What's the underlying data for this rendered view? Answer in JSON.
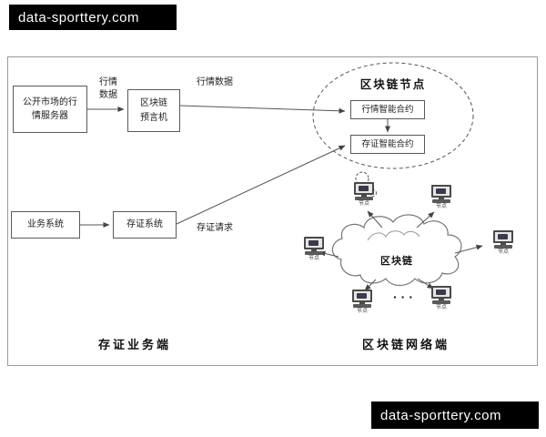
{
  "banners": {
    "top": "data-sporttery.com",
    "bottom": "data-sporttery.com"
  },
  "diagram": {
    "market_server": "公开市场的行\n情服务器",
    "oracle": "区块链\n预言机",
    "business_system": "业务系统",
    "evidence_system": "存证系统",
    "market_data_label_1": "行情\n数据",
    "market_data_label_2": "行情数据",
    "evidence_request_label": "存证请求",
    "node_group_title": "区块链节点",
    "market_contract": "行情智能合约",
    "evidence_contract": "存证智能合约",
    "cloud_label": "区块链",
    "left_section_label": "存证业务端",
    "right_section_label": "区块链网络端",
    "terminal_label": "节点",
    "ellipsis": "···"
  }
}
